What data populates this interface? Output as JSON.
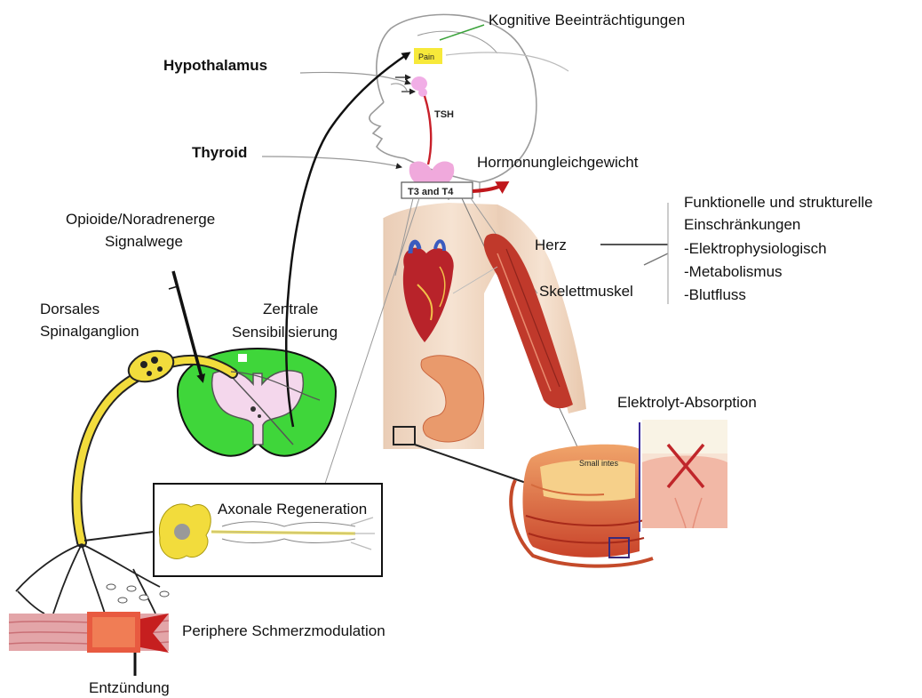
{
  "labels": {
    "cognitive": "Kognitive Beeinträchtigungen",
    "hypothalamus": "Hypothalamus",
    "thyroid": "Thyroid",
    "pain_box": "Pain",
    "tsh": "TSH",
    "t3t4": "T3 and T4",
    "hormone": "Hormonungleichgewicht",
    "opioid_line1": "Opioide/Noradrenerge",
    "opioid_line2": "Signalwege",
    "drg_line1": "Dorsales",
    "drg_line2": "Spinalganglion",
    "central_line1": "Zentrale",
    "central_line2": "Sensibilisierung",
    "herz": "Herz",
    "skelett": "Skelettmuskel",
    "funct_line1": "Funktionelle und strukturelle",
    "funct_line2": "Einschränkungen",
    "funct_item1": "-Elektrophysiologisch",
    "funct_item2": "-Metabolismus",
    "funct_item3": "-Blutfluss",
    "electrolyte": "Elektrolyt-Absorption",
    "small_intes": "Small intes",
    "axonal": "Axonale Regeneration",
    "peripheral": "Periphere Schmerzmodulation",
    "inflammation": "Entzündung"
  },
  "colors": {
    "spinal_grey": "#3fd63a",
    "spinal_white": "#f4d7ec",
    "drg": "#f2dc3c",
    "pain_box": "#f7e93a",
    "pituitary": "#f1aee6",
    "thyroid_gland": "#f0a9dc",
    "hormone_arrow": "#c0171c",
    "muscle": "#c0392b",
    "cross": "#c0262a"
  }
}
